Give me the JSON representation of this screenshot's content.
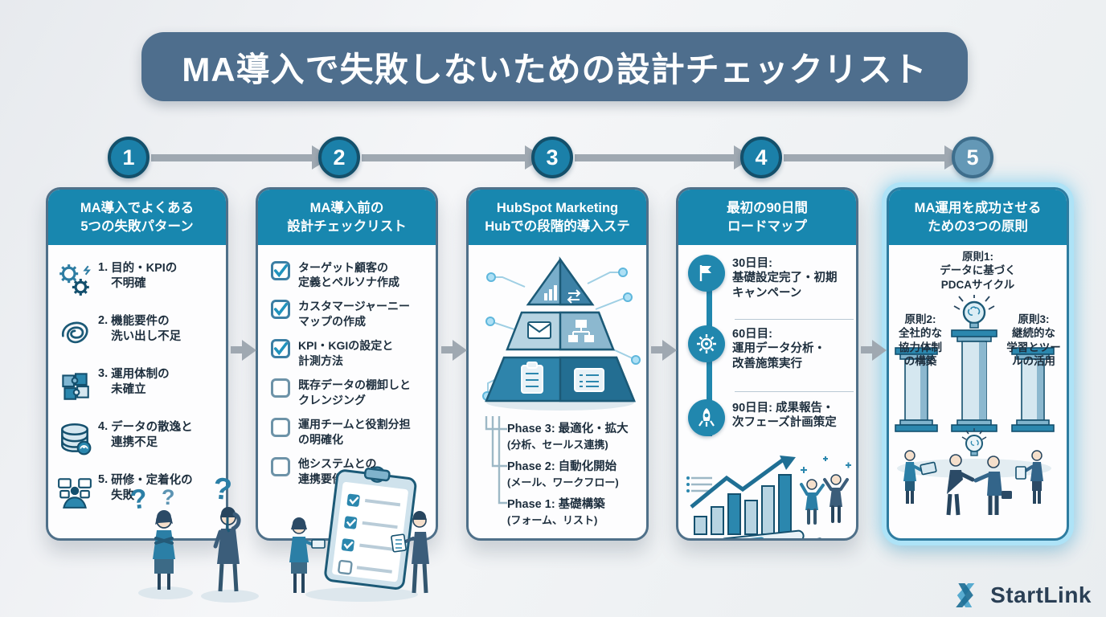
{
  "title": "MA導入で失敗しないための設計チェックリスト",
  "steps": [
    "1",
    "2",
    "3",
    "4",
    "5"
  ],
  "cards": {
    "failures": {
      "header": "MA導入でよくある\n5つの失敗パターン",
      "items": [
        {
          "icon": "gears-icon",
          "num": "1.",
          "text": "目的・KPIの\n不明確"
        },
        {
          "icon": "tangle-icon",
          "num": "2.",
          "text": "機能要件の\n洗い出し不足"
        },
        {
          "icon": "puzzle-icon",
          "num": "3.",
          "text": "運用体制の\n未確立"
        },
        {
          "icon": "database-icon",
          "num": "4.",
          "text": "データの散逸と\n連携不足"
        },
        {
          "icon": "training-icon",
          "num": "5.",
          "text": "研修・定着化の\n失敗"
        }
      ]
    },
    "checklist": {
      "header": "MA導入前の\n設計チェックリスト",
      "items": [
        {
          "checked": true,
          "text": "ターゲット顧客の\n定義とペルソナ作成"
        },
        {
          "checked": true,
          "text": "カスタマージャーニー\nマップの作成"
        },
        {
          "checked": true,
          "text": "KPI・KGIの設定と\n計測方法"
        },
        {
          "checked": false,
          "text": "既存データの棚卸しと\nクレンジング"
        },
        {
          "checked": false,
          "text": "運用チームと役割分担\nの明確化"
        },
        {
          "checked": false,
          "text": "他システムとの\n連携要件の整理"
        }
      ]
    },
    "hubspot": {
      "header": "HubSpot Marketing\nHubでの段階的導入ステ",
      "phases": [
        {
          "label": "Phase 3: 最適化・拡大",
          "sub": "(分析、セールス連携)"
        },
        {
          "label": "Phase 2: 自動化開始",
          "sub": "(メール、ワークフロー)"
        },
        {
          "label": "Phase 1: 基礎構築",
          "sub": "(フォーム、リスト)"
        }
      ]
    },
    "roadmap": {
      "header": "最初の90日間\nロードマップ",
      "milestones": [
        {
          "icon": "flag-icon",
          "text": "30日目:\n基礎設定完了・初期\nキャンペーン"
        },
        {
          "icon": "gear-icon",
          "text": "60日目:\n運用データ分析・\n改善施策実行"
        },
        {
          "icon": "rocket-icon",
          "text": "90日目: 成果報告・\n次フェーズ計画策定"
        }
      ]
    },
    "principles": {
      "header": "MA運用を成功させる\nための3つの原則",
      "items": [
        {
          "text": "原則1:\nデータに基づく\nPDCAサイクル"
        },
        {
          "text": "原則2:\n全社的な\n協力体制\nの構築"
        },
        {
          "text": "原則3:\n継続的な\n学習とツー\nルの活用"
        }
      ]
    }
  },
  "logo": {
    "name": "StartLink"
  },
  "colors": {
    "title_bg": "#4e6e8d",
    "header_teal": "#1887af",
    "circle_teal": "#1b80a9",
    "circle_light": "#6498b6",
    "arrow_gray": "#9fa8b1",
    "accent": "#2b87ae",
    "dark_line": "#14506e"
  }
}
